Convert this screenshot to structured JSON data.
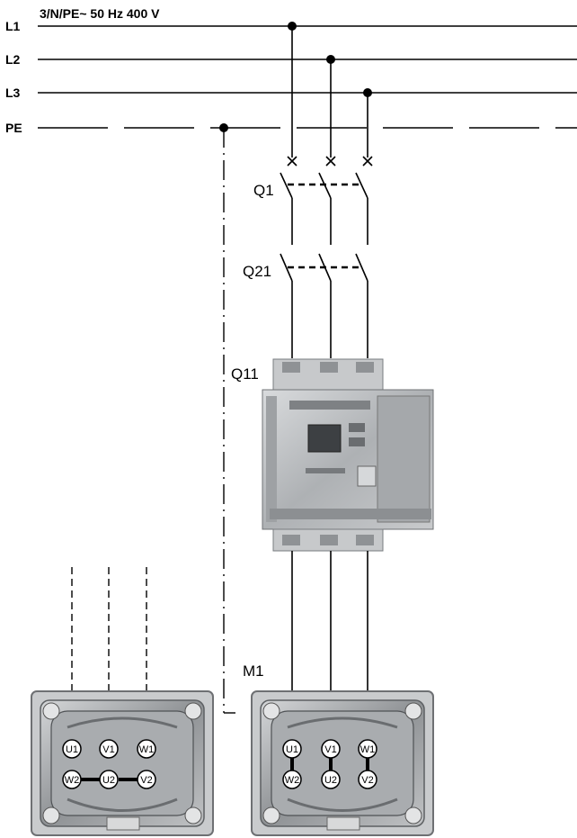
{
  "supply": {
    "spec": "3/N/PE~ 50 Hz 400 V",
    "lines": [
      "L1",
      "L2",
      "L3",
      "PE"
    ]
  },
  "devices": {
    "circuit_breaker": "Q1",
    "contactor": "Q21",
    "soft_starter": "Q11",
    "motor": "M1"
  },
  "terminals": {
    "top_row": [
      "U1",
      "V1",
      "W1"
    ],
    "bottom_row": [
      "W2",
      "U2",
      "V2"
    ]
  },
  "colors": {
    "line": "#000000",
    "device_body": "#b9bcbf",
    "device_dark": "#8d9094",
    "box_frame": "#9a9c9e"
  }
}
